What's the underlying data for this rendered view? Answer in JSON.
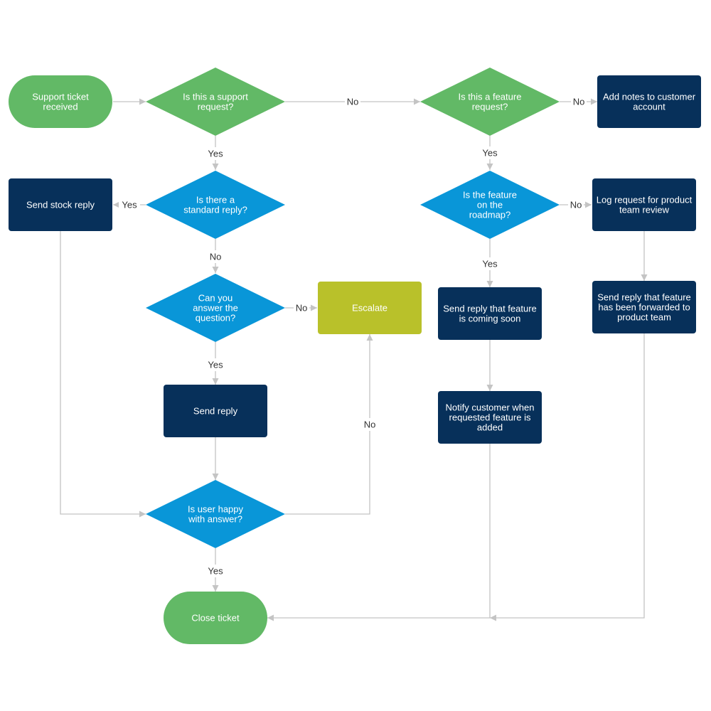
{
  "colors": {
    "terminal": "#62b966",
    "decision_green": "#62b966",
    "decision_blue": "#0996d8",
    "process": "#07305a",
    "escalate": "#b9c12a",
    "connector": "#c4c4c4",
    "label_text": "#333333"
  },
  "nodes": {
    "support_ticket": {
      "shape": "terminal",
      "lines": [
        "Support ticket",
        "received"
      ]
    },
    "support_request": {
      "shape": "decision",
      "lines": [
        "Is this a support",
        "request?"
      ]
    },
    "feature_request": {
      "shape": "decision",
      "lines": [
        "Is this a feature",
        "request?"
      ]
    },
    "add_notes": {
      "shape": "process",
      "lines": [
        "Add notes to customer",
        "account"
      ]
    },
    "stock_reply": {
      "shape": "process",
      "lines": [
        "Send stock reply"
      ]
    },
    "standard_reply": {
      "shape": "decision",
      "lines": [
        "Is there a",
        "standard reply?"
      ]
    },
    "on_roadmap": {
      "shape": "decision",
      "lines": [
        "Is the feature",
        "on the",
        "roadmap?"
      ]
    },
    "log_request": {
      "shape": "process",
      "lines": [
        "Log request for product",
        "team review"
      ]
    },
    "can_answer": {
      "shape": "decision",
      "lines": [
        "Can you",
        "answer the",
        "question?"
      ]
    },
    "escalate": {
      "shape": "process",
      "lines": [
        "Escalate"
      ]
    },
    "coming_soon": {
      "shape": "process",
      "lines": [
        "Send reply that feature",
        "is coming soon"
      ]
    },
    "forwarded": {
      "shape": "process",
      "lines": [
        "Send reply that feature",
        "has been forwarded to",
        "product team"
      ]
    },
    "send_reply": {
      "shape": "process",
      "lines": [
        "Send reply"
      ]
    },
    "notify_customer": {
      "shape": "process",
      "lines": [
        "Notify customer when",
        "requested feature is",
        "added"
      ]
    },
    "user_happy": {
      "shape": "decision",
      "lines": [
        "Is user happy",
        "with answer?"
      ]
    },
    "close_ticket": {
      "shape": "terminal",
      "lines": [
        "Close ticket"
      ]
    }
  },
  "edges": [
    {
      "from": "support_ticket",
      "to": "support_request",
      "label": ""
    },
    {
      "from": "support_request",
      "to": "feature_request",
      "label": "No"
    },
    {
      "from": "feature_request",
      "to": "add_notes",
      "label": "No"
    },
    {
      "from": "support_request",
      "to": "standard_reply",
      "label": "Yes"
    },
    {
      "from": "feature_request",
      "to": "on_roadmap",
      "label": "Yes"
    },
    {
      "from": "standard_reply",
      "to": "stock_reply",
      "label": "Yes"
    },
    {
      "from": "on_roadmap",
      "to": "log_request",
      "label": "No"
    },
    {
      "from": "standard_reply",
      "to": "can_answer",
      "label": "No"
    },
    {
      "from": "can_answer",
      "to": "escalate",
      "label": "No"
    },
    {
      "from": "on_roadmap",
      "to": "coming_soon",
      "label": "Yes"
    },
    {
      "from": "log_request",
      "to": "forwarded",
      "label": ""
    },
    {
      "from": "can_answer",
      "to": "send_reply",
      "label": "Yes"
    },
    {
      "from": "coming_soon",
      "to": "notify_customer",
      "label": ""
    },
    {
      "from": "send_reply",
      "to": "user_happy",
      "label": ""
    },
    {
      "from": "stock_reply",
      "to": "user_happy",
      "label": ""
    },
    {
      "from": "user_happy",
      "to": "escalate",
      "label": "No"
    },
    {
      "from": "user_happy",
      "to": "close_ticket",
      "label": "Yes"
    },
    {
      "from": "notify_customer",
      "to": "close_ticket",
      "label": ""
    },
    {
      "from": "forwarded",
      "to": "close_ticket",
      "label": ""
    }
  ]
}
